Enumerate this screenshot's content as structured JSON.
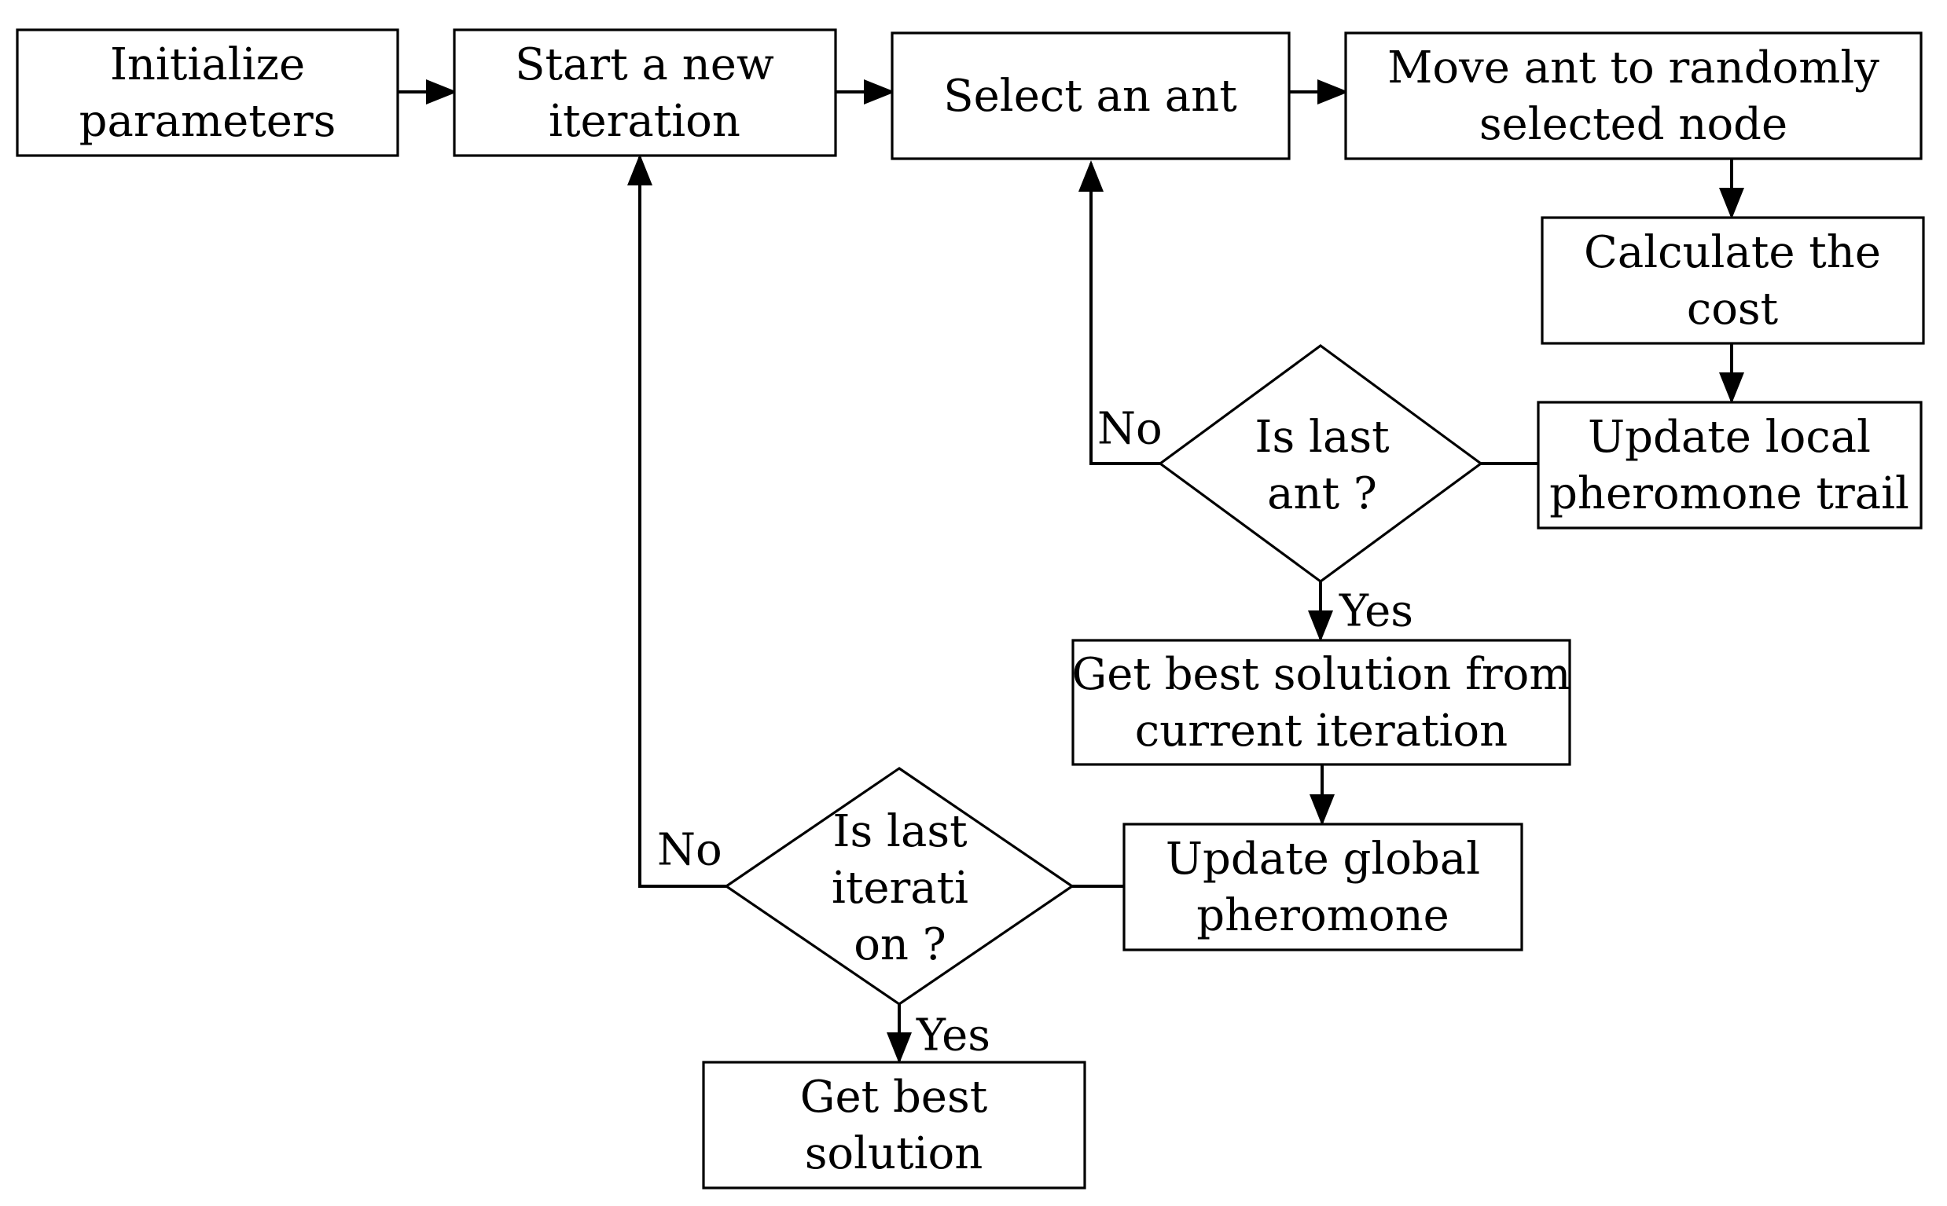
{
  "nodes": {
    "init": {
      "lines": [
        "Initialize",
        "parameters"
      ]
    },
    "start_iter": {
      "lines": [
        "Start a new",
        "iteration"
      ]
    },
    "select_ant": {
      "lines": [
        "Select an ant"
      ]
    },
    "move_ant": {
      "lines": [
        "Move ant to randomly",
        "selected node"
      ]
    },
    "calc_cost": {
      "lines": [
        "Calculate the",
        "cost"
      ]
    },
    "update_local": {
      "lines": [
        "Update local",
        "pheromone trail"
      ]
    },
    "is_last_ant": {
      "lines": [
        "Is last",
        "ant ?"
      ]
    },
    "get_best_iter": {
      "lines": [
        "Get best solution from",
        "current iteration"
      ]
    },
    "update_global": {
      "lines": [
        "Update global",
        "pheromone"
      ]
    },
    "is_last_iter": {
      "lines": [
        "Is last",
        "iterati",
        "on ?"
      ]
    },
    "get_best": {
      "lines": [
        "Get best",
        "solution"
      ]
    }
  },
  "edge_labels": {
    "ant_no": "No",
    "ant_yes": "Yes",
    "iter_no": "No",
    "iter_yes": "Yes"
  },
  "colors": {
    "stroke": "#000000",
    "fill": "#ffffff"
  }
}
